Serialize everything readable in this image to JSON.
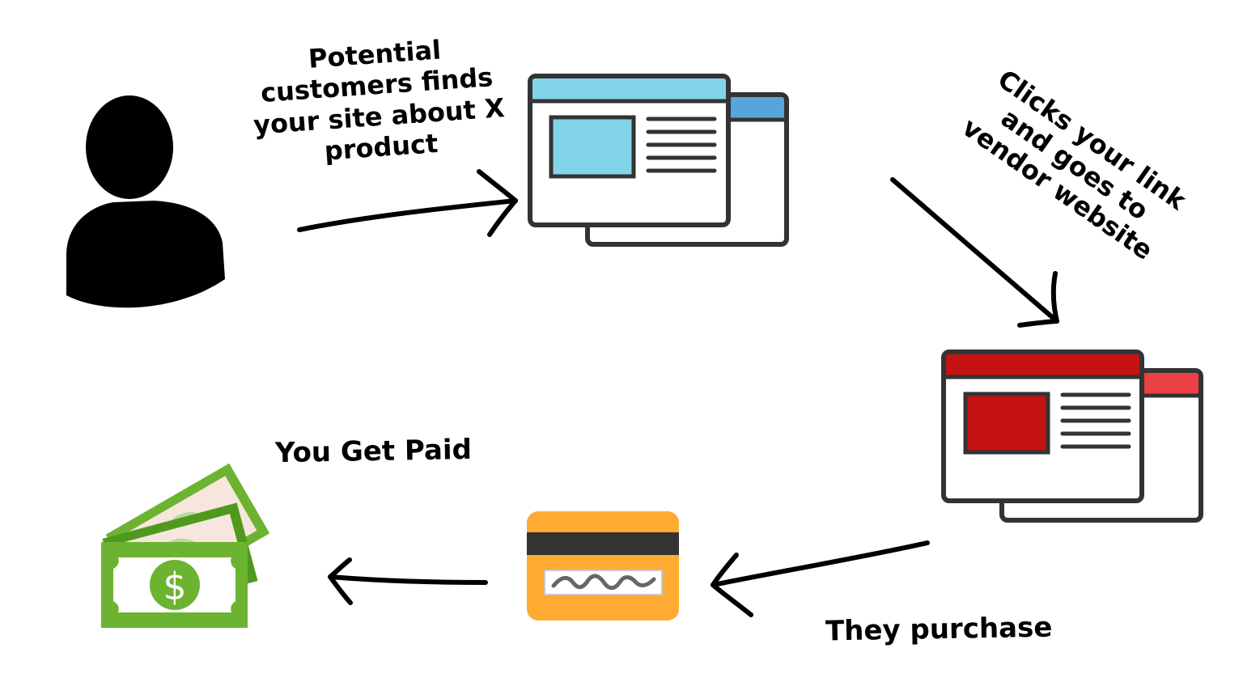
{
  "steps": {
    "find_site": "Potential\ncustomers finds\nyour site about X\nproduct",
    "click_link": "Clicks your link\nand goes to\nvendor website",
    "purchase": "They purchase",
    "get_paid": "You Get Paid"
  },
  "nodes": {
    "customer": "person-silhouette-icon",
    "affiliate_site": "browser-window-icon",
    "vendor_site": "browser-window-icon",
    "payment": "credit-card-icon",
    "money": "banknotes-icon"
  },
  "colors": {
    "affiliate_header": "#82D4E8",
    "affiliate_back_header": "#57A5DB",
    "vendor_header": "#C51213",
    "vendor_back_header": "#EC4144",
    "card": "#FFAA33",
    "card_stripe": "#333333",
    "money": "#6CB331",
    "money_dark": "#4F9A1E",
    "outline": "#333333"
  }
}
